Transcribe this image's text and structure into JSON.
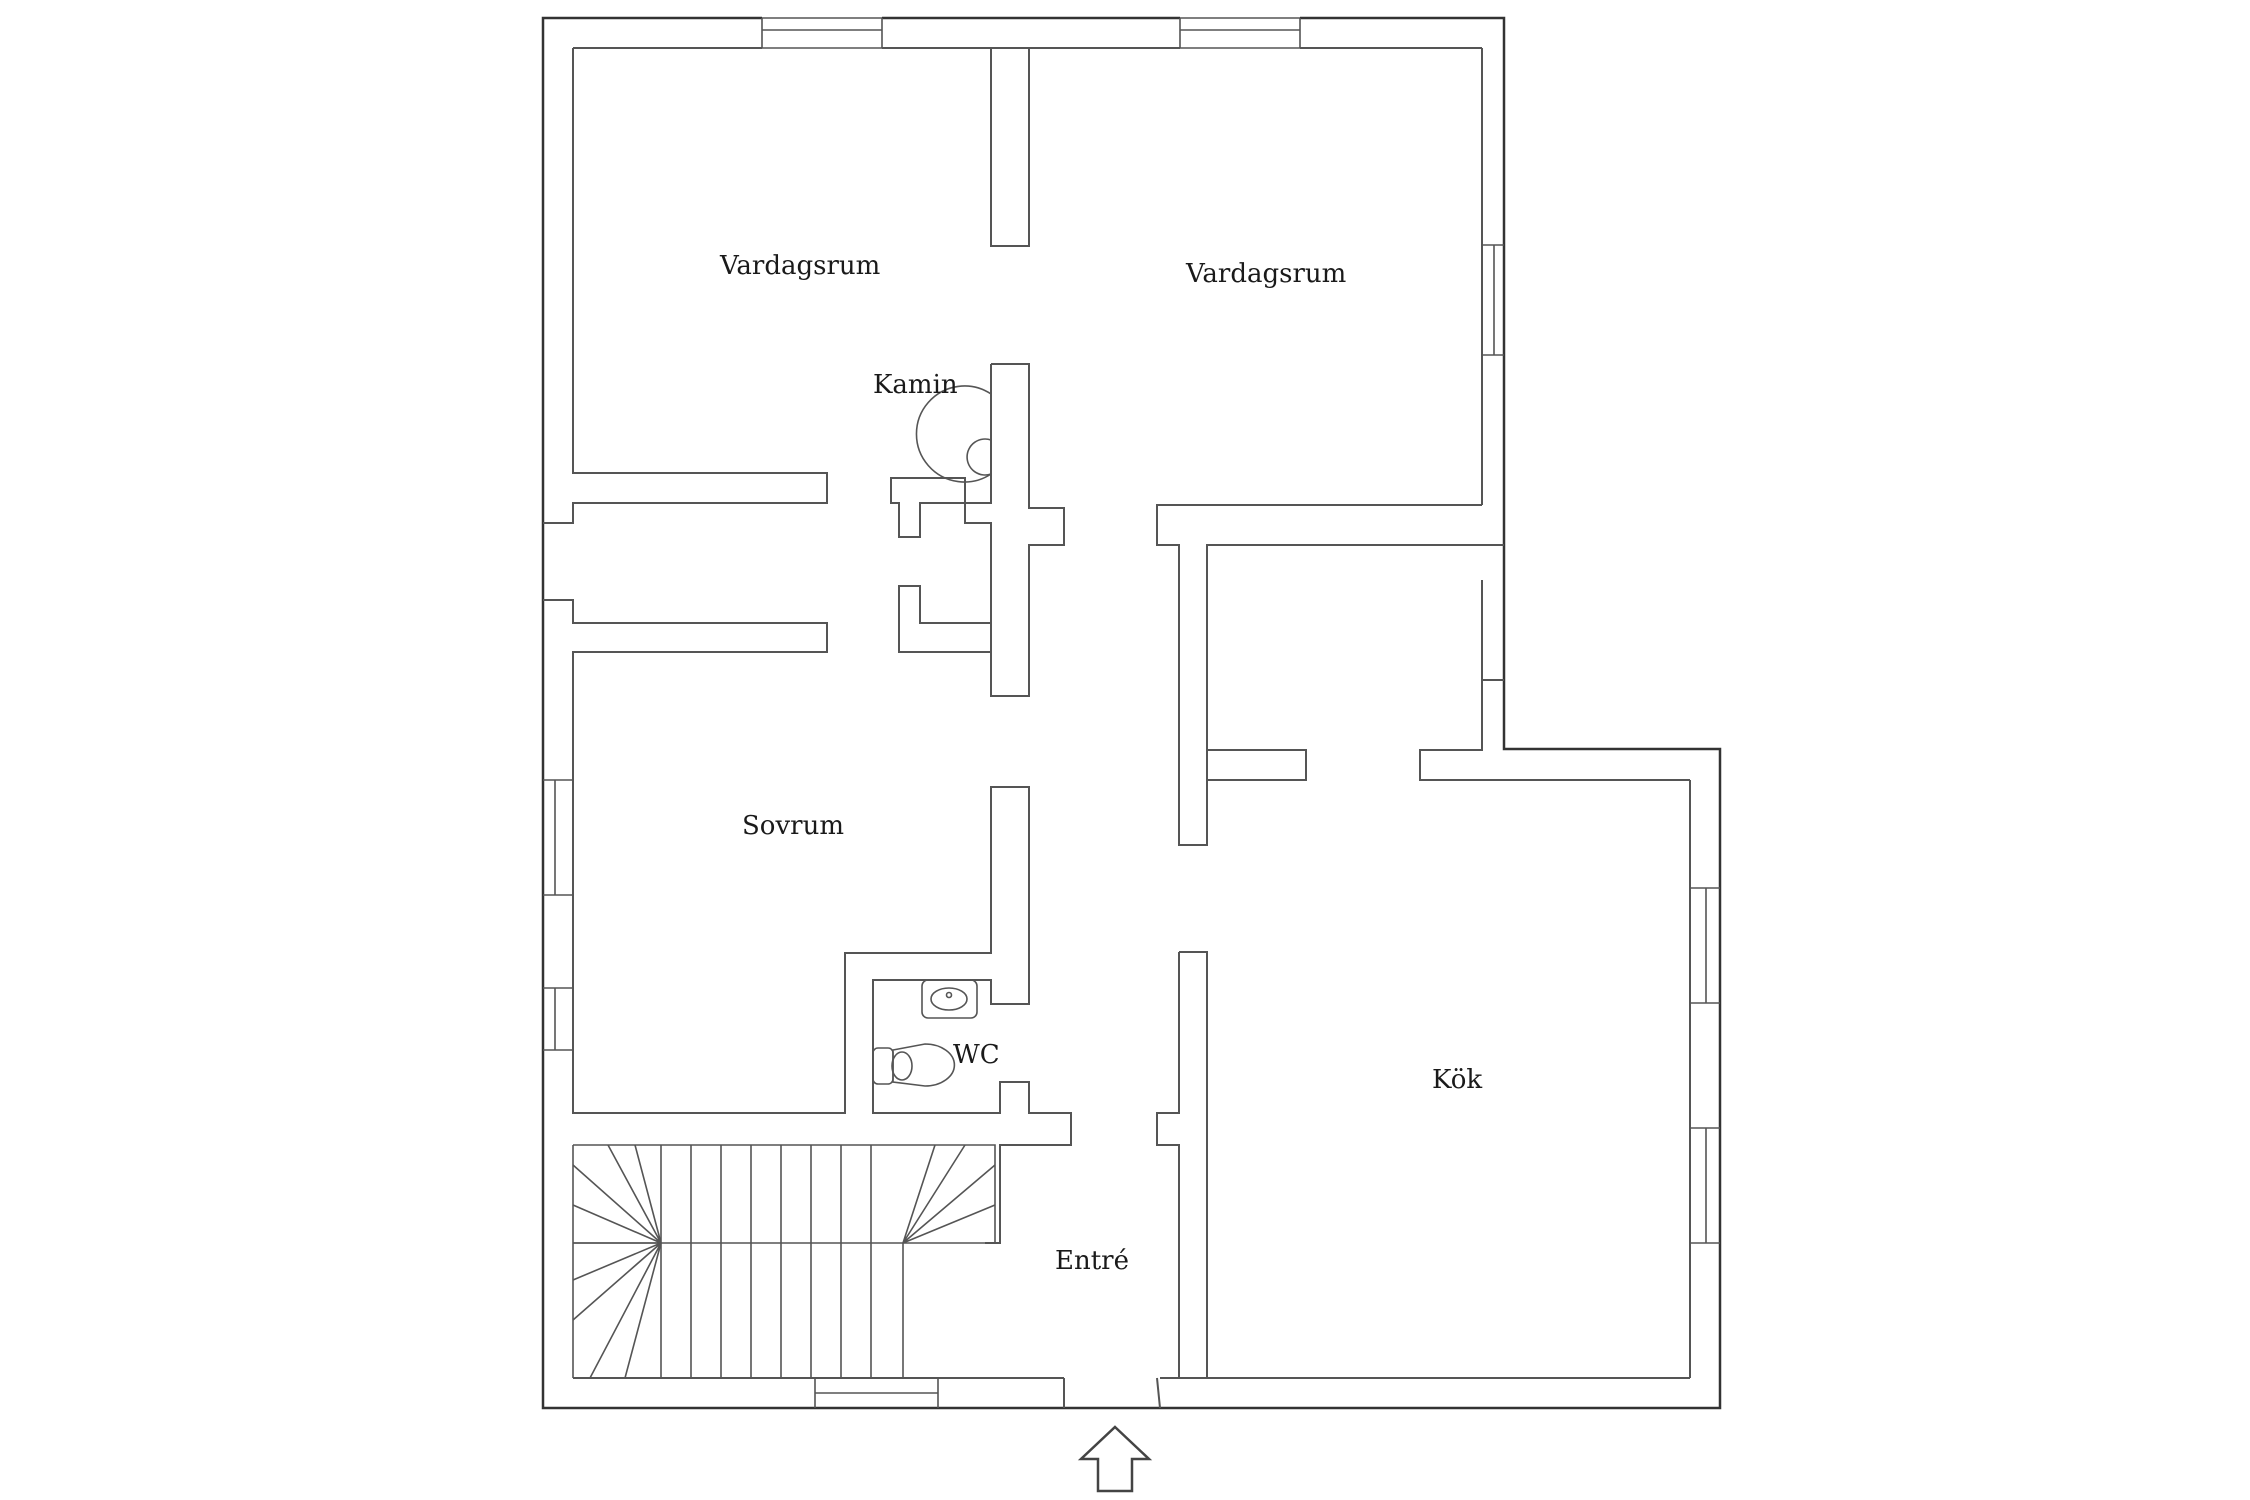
{
  "rooms": {
    "living_room_left": "Vardagsrum",
    "living_room_right": "Vardagsrum",
    "fireplace": "Kamin",
    "bedroom": "Sovrum",
    "toilet": "WC",
    "kitchen": "Kök",
    "entrance": "Entré"
  },
  "colors": {
    "walls": "#555555",
    "background": "#ffffff"
  },
  "icons": {
    "entrance_marker": "up-arrow-icon",
    "sink": "washbasin-icon",
    "toilet": "toilet-icon",
    "fireplace": "fireplace-icon",
    "stairs": "staircase-icon"
  }
}
